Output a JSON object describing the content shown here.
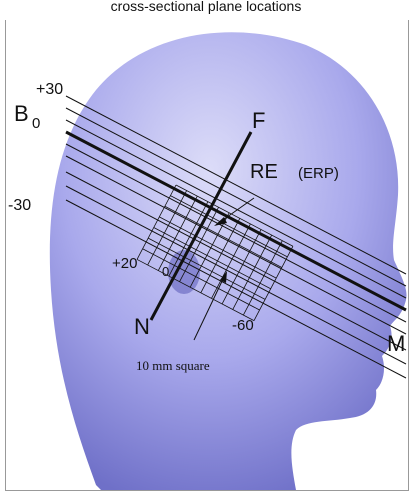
{
  "title": "cross-sectional plane locations",
  "labels": {
    "b": "B",
    "plus30": "+30",
    "zero_left": "0",
    "minus30": "-30",
    "f": "F",
    "re": "RE",
    "erp": "(ERP)",
    "plus20": "+20",
    "zero_center": "0",
    "n": "N",
    "minus60": "-60",
    "m": "M",
    "square": "10 mm square"
  },
  "colors": {
    "head_light": "#dcdcf8",
    "head_mid": "#a9a9ec",
    "head_dark": "#6f70c8",
    "lines": "#111111"
  }
}
